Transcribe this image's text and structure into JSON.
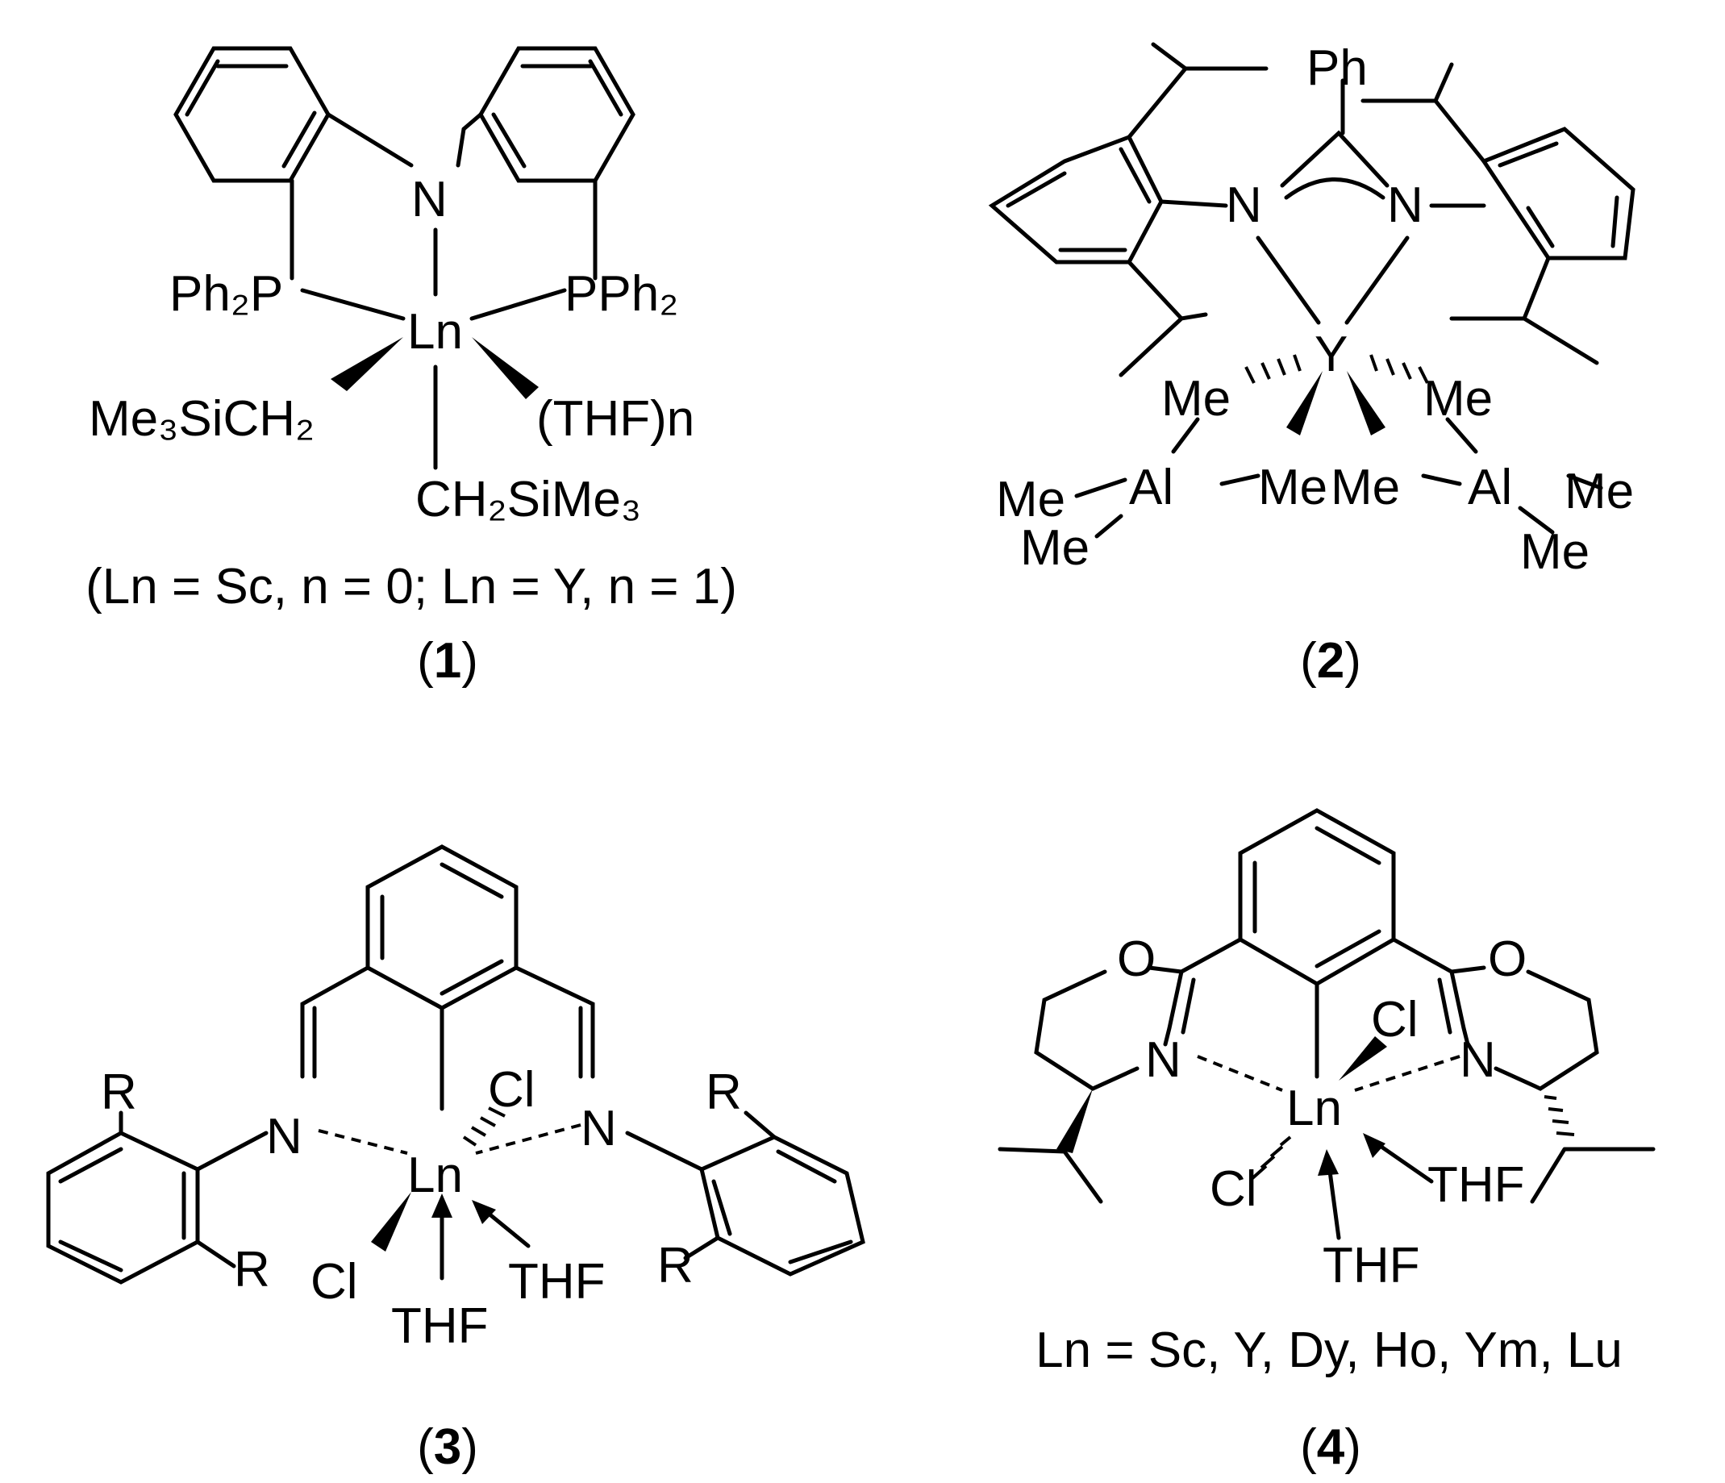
{
  "compound1": {
    "ph2p": "Ph₂P",
    "pph2": "PPh₂",
    "n": "N",
    "ln": "Ln",
    "left_sub": "Me₃SiCH₂",
    "thf_n": "(THF)n",
    "bottom_sub": "CH₂SiMe₃",
    "note": "(Ln = Sc, n = 0; Ln = Y, n = 1)",
    "number": "1"
  },
  "compound2": {
    "ph": "Ph",
    "n_left": "N",
    "n_right": "N",
    "y": "Y",
    "me_bridge_tl": "Me",
    "me_bridge_tr": "Me",
    "me_bridge_bl": "Me",
    "me_bridge_br": "Me",
    "al_left": "Al",
    "al_right": "Al",
    "me_al_left1": "Me",
    "me_al_left2": "Me",
    "me_al_right1": "Me",
    "me_al_right2": "Me",
    "number": "2"
  },
  "compound3": {
    "r_tl": "R",
    "r_bl": "R",
    "r_tr": "R",
    "r_br": "R",
    "n_left": "N",
    "n_right": "N",
    "ln": "Ln",
    "cl_top": "Cl",
    "cl_bottom": "Cl",
    "thf_1": "THF",
    "thf_2": "THF",
    "number": "3"
  },
  "compound4": {
    "o_left": "O",
    "o_right": "O",
    "n_left": "N",
    "n_right": "N",
    "ln": "Ln",
    "cl_top": "Cl",
    "cl_bottom": "Cl",
    "thf_1": "THF",
    "thf_2": "THF",
    "note": "Ln = Sc, Y, Dy, Ho, Ym, Lu",
    "number": "4"
  }
}
